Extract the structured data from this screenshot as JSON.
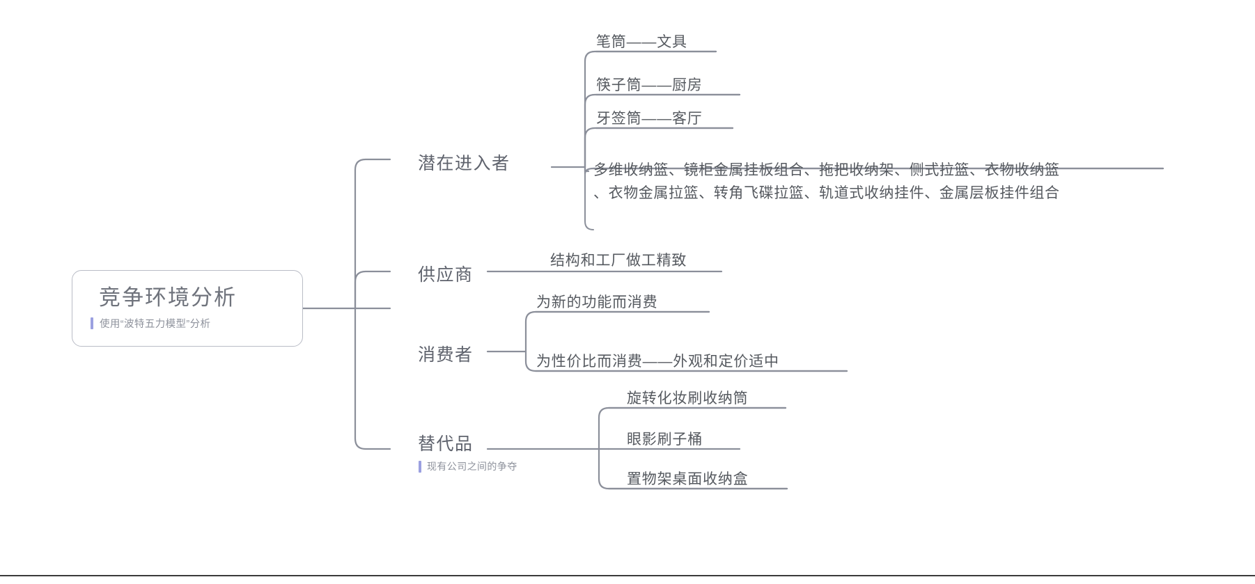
{
  "colors": {
    "line": "#8b8f9a",
    "text": "#55595f",
    "heading": "#5f636d",
    "muted": "#8e929c",
    "accent_bar": "#9ba0e0",
    "node_border": "#b9bcc6",
    "background": "#ffffff"
  },
  "root": {
    "title": "竞争环境分析",
    "subtitle": "使用“波特五力模型”分析"
  },
  "branches": [
    {
      "label": "潜在进入者",
      "children": [
        {
          "text": "笔筒——文具"
        },
        {
          "text": "筷子筒——厨房"
        },
        {
          "text": "牙签筒——客厅"
        },
        {
          "text": "多维收纳篮、镜柜金属挂板组合、拖把收纳架、侧式拉篮、衣物收纳篮\n、衣物金属拉篮、转角飞碟拉篮、轨道式收纳挂件、金属层板挂件组合"
        }
      ]
    },
    {
      "label": "供应商",
      "children": [
        {
          "text": "结构和工厂做工精致"
        }
      ]
    },
    {
      "label": "消费者",
      "children": [
        {
          "text": "为新的功能而消费"
        },
        {
          "text": "为性价比而消费——外观和定价适中"
        }
      ]
    },
    {
      "label": "替代品",
      "subtitle": "现有公司之间的争夺",
      "children": [
        {
          "text": "旋转化妆刷收纳筒"
        },
        {
          "text": "眼影刷子桶"
        },
        {
          "text": "置物架桌面收纳盒"
        }
      ]
    }
  ]
}
